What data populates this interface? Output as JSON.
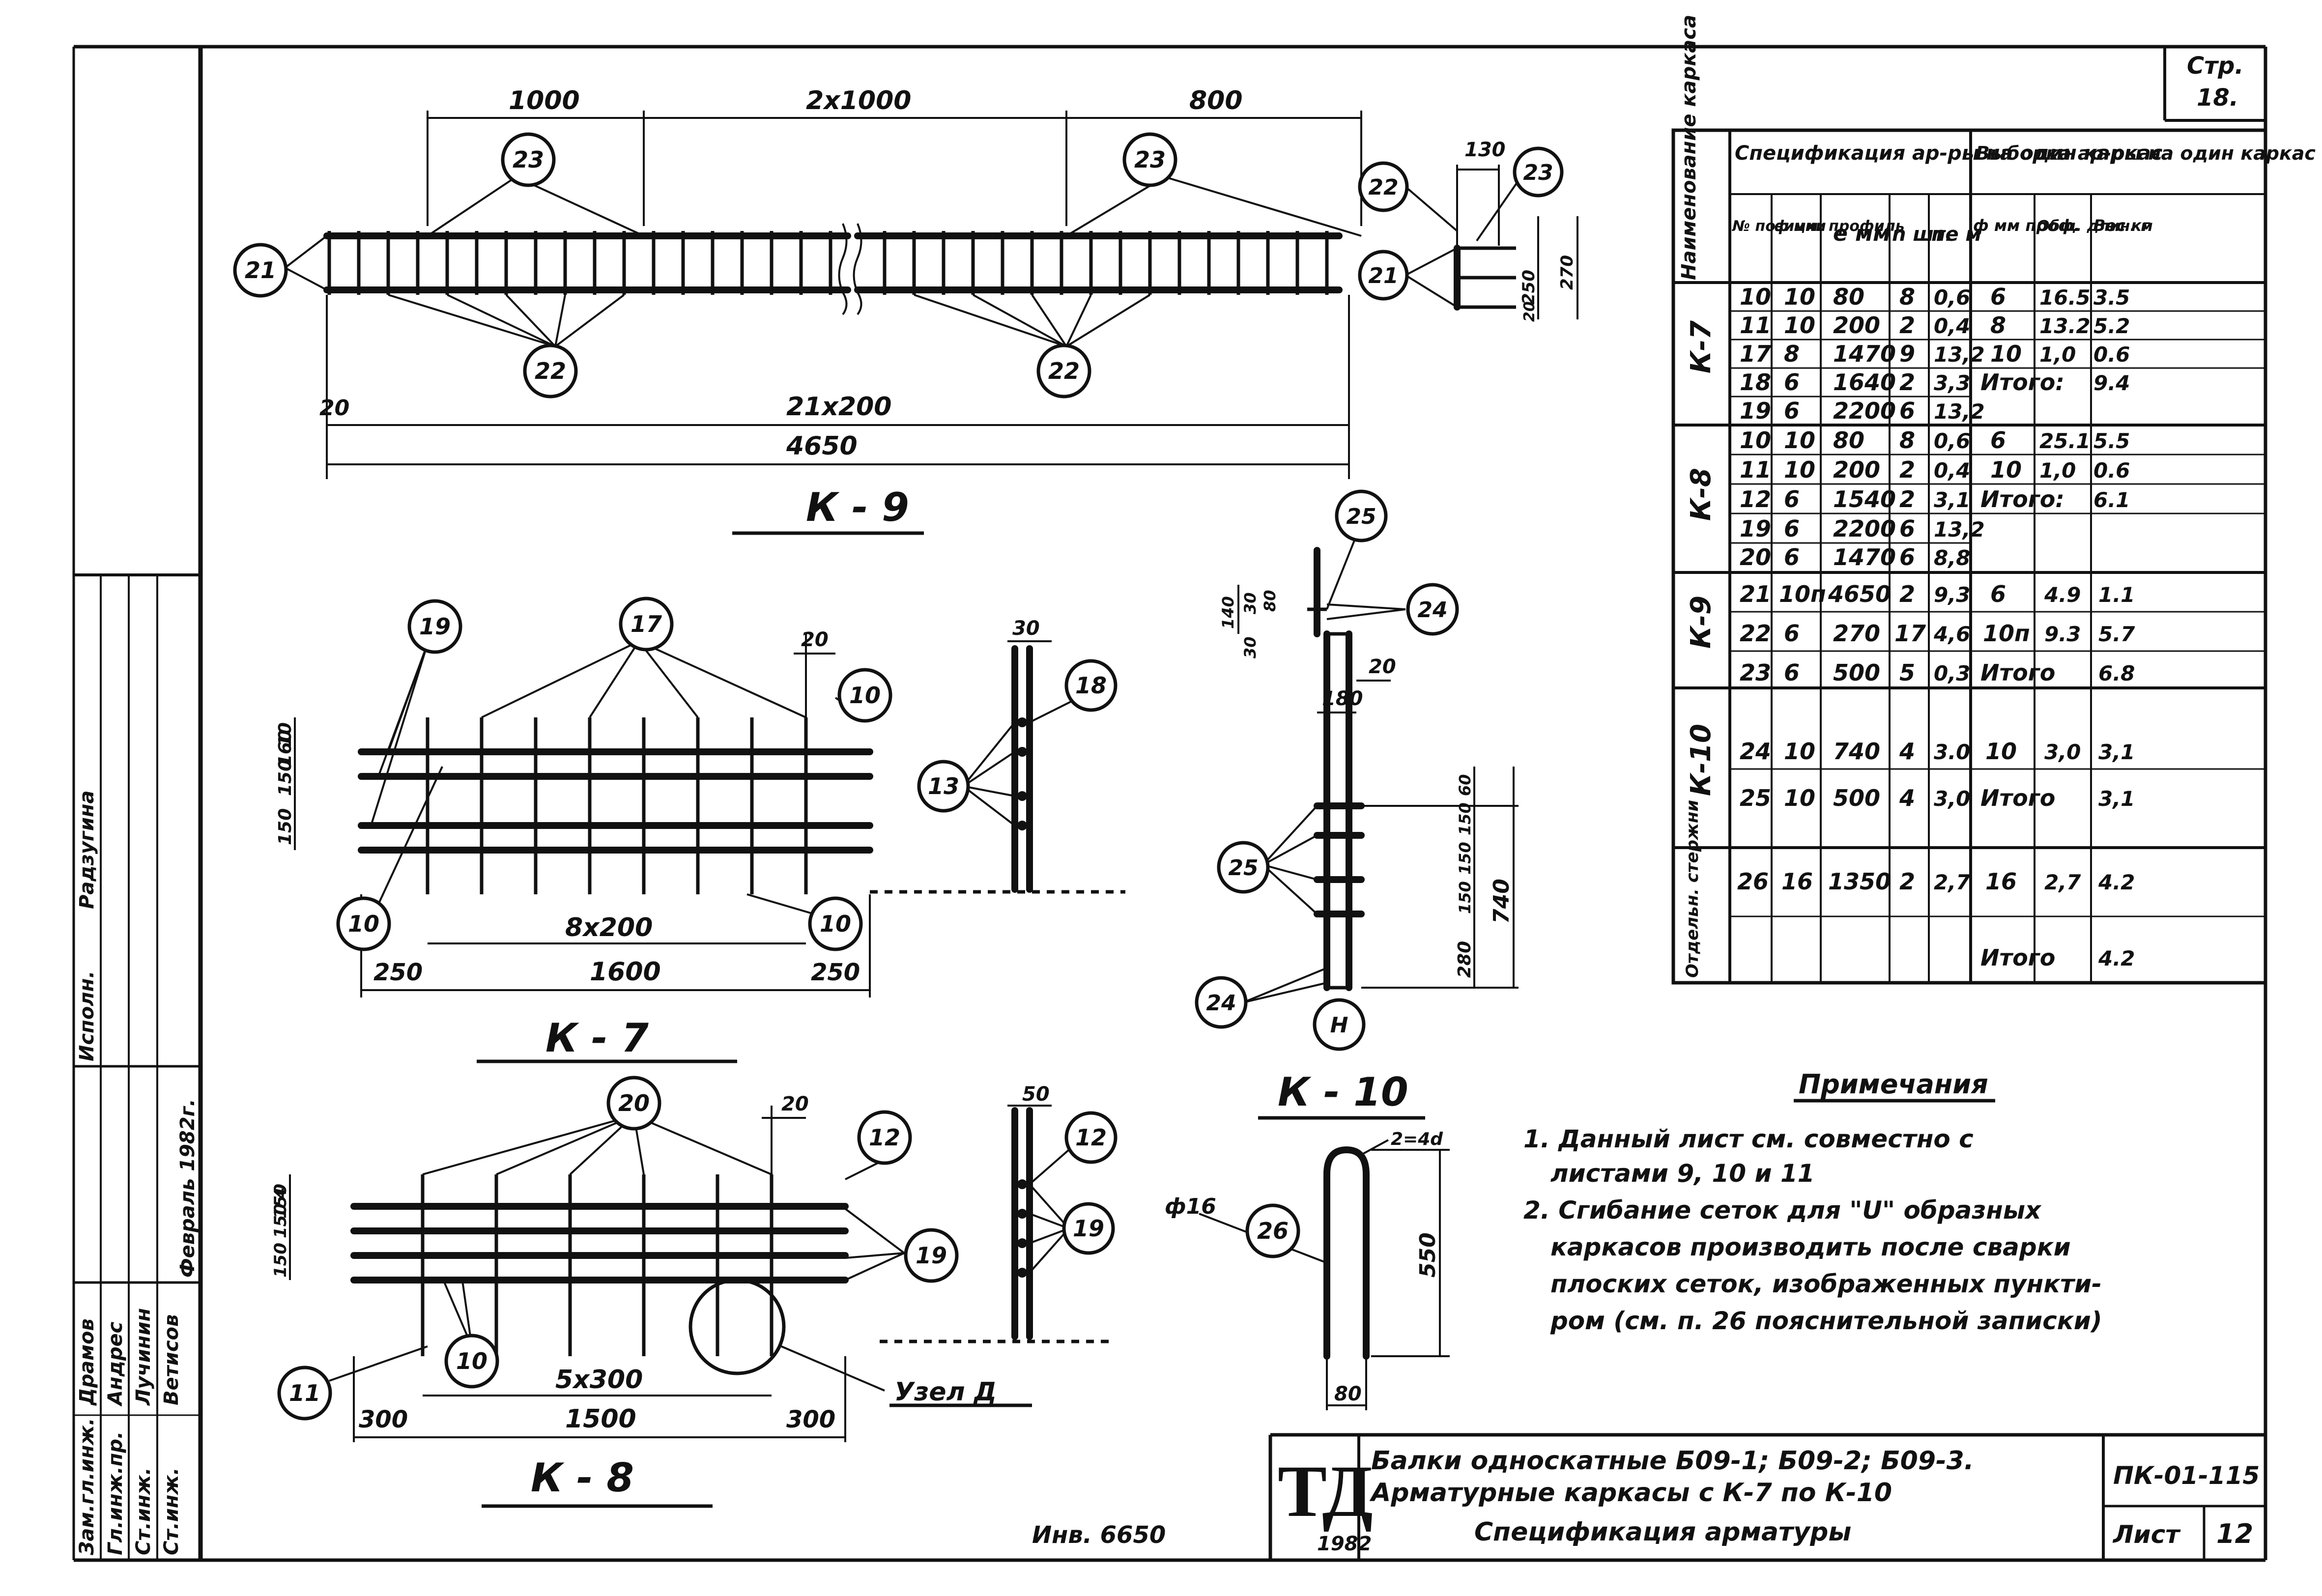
{
  "page": {
    "label": "Стр.",
    "number": "18."
  },
  "views": {
    "k9": {
      "title": "К - 9",
      "dims_top": [
        "1000",
        "2х1000",
        "800"
      ],
      "dim_bottom": "21х200",
      "dim_total": "4650",
      "dim_left": "20",
      "callouts": [
        "21",
        "23",
        "23",
        "22",
        "22"
      ],
      "section": {
        "callouts": [
          "22",
          "23",
          "21"
        ],
        "dim_w": "130",
        "dim_h": "270",
        "dim_a": "250",
        "dim_b": "20"
      }
    },
    "k7": {
      "title": "К - 7",
      "dims_left": [
        "10",
        "150",
        "150",
        "160"
      ],
      "dim_top": "20",
      "dim_mid": "8х200",
      "dim_bottom": [
        "250",
        "1600",
        "250"
      ],
      "callouts": [
        "19",
        "17",
        "10",
        "10",
        "10"
      ],
      "section": {
        "callouts": [
          "18",
          "13"
        ],
        "dim_top": "30"
      }
    },
    "k8": {
      "title": "К - 8",
      "dims_left": [
        "4",
        "150",
        "150",
        "150"
      ],
      "dim_top": "20",
      "dim_mid": "5х300",
      "dim_bottom": [
        "300",
        "1500",
        "300"
      ],
      "callouts": [
        "20",
        "12",
        "19",
        "10",
        "11"
      ],
      "node_label": "Узел Д",
      "section": {
        "callouts": [
          "12",
          "19"
        ],
        "dim_top": "50"
      }
    },
    "k10": {
      "title": "К - 10",
      "dims_top": [
        "140",
        "30",
        "80",
        "30"
      ],
      "dim_mid": "20",
      "dim_a": "180",
      "dims_right": [
        "60",
        "150",
        "150",
        "150",
        "280"
      ],
      "dim_total": "740",
      "callouts": [
        "25",
        "24",
        "25",
        "24",
        "Н"
      ]
    },
    "bar26": {
      "callouts": [
        "26"
      ],
      "diameter": "ф16",
      "radius": "2=4d",
      "dim_h": "550",
      "dim_w": "80"
    }
  },
  "spec_table": {
    "head_mark": "Наименование каркаса",
    "head_spec": "Спецификация ар-ры на один каркас",
    "head_sel": "Выборка ар-ры на один каркас",
    "cols": [
      "№ позиции",
      "ф мм. профиль",
      "е мм",
      "n шт.",
      "ne м",
      "ф мм проф.",
      "Общ. длин. м",
      "Вес кг"
    ],
    "groups": [
      {
        "mark": "К-7",
        "rows": [
          [
            "10",
            "10",
            "80",
            "8",
            "0,6",
            "6",
            "16.5",
            "3.5"
          ],
          [
            "11",
            "10",
            "200",
            "2",
            "0,4",
            "8",
            "13.2",
            "5.2"
          ],
          [
            "17",
            "8",
            "1470",
            "9",
            "13,2",
            "10",
            "1,0",
            "0.6"
          ],
          [
            "18",
            "6",
            "1640",
            "2",
            "3,3",
            "Итого:",
            "",
            "9.4"
          ],
          [
            "19",
            "6",
            "2200",
            "6",
            "13,2",
            "",
            "",
            ""
          ]
        ]
      },
      {
        "mark": "К-8",
        "rows": [
          [
            "10",
            "10",
            "80",
            "8",
            "0,6",
            "6",
            "25.1",
            "5.5"
          ],
          [
            "11",
            "10",
            "200",
            "2",
            "0,4",
            "10",
            "1,0",
            "0.6"
          ],
          [
            "12",
            "6",
            "1540",
            "2",
            "3,1",
            "Итого:",
            "",
            "6.1"
          ],
          [
            "19",
            "6",
            "2200",
            "6",
            "13,2",
            "",
            "",
            ""
          ],
          [
            "20",
            "6",
            "1470",
            "6",
            "8,8",
            "",
            "",
            ""
          ]
        ]
      },
      {
        "mark": "К-9",
        "rows": [
          [
            "21",
            "10п",
            "4650",
            "2",
            "9,3",
            "6",
            "4.9",
            "1.1"
          ],
          [
            "22",
            "6",
            "270",
            "17",
            "4,6",
            "10п",
            "9.3",
            "5.7"
          ],
          [
            "23",
            "6",
            "500",
            "5",
            "0,3",
            "Итого",
            "",
            "6.8"
          ]
        ]
      },
      {
        "mark": "К-10",
        "rows": [
          [
            "24",
            "10",
            "740",
            "4",
            "3.0",
            "10",
            "3,0",
            "3,1"
          ],
          [
            "25",
            "10",
            "500",
            "4",
            "3,0",
            "Итого",
            "",
            "3,1"
          ]
        ]
      },
      {
        "mark": "Отдельн. стержни",
        "rows": [
          [
            "26",
            "16",
            "1350",
            "2",
            "2,7",
            "16",
            "2,7",
            "4.2"
          ],
          [
            "",
            "",
            "",
            "",
            "",
            "Итого",
            "",
            "4.2"
          ]
        ]
      }
    ]
  },
  "notes": {
    "title": "Примечания",
    "lines": [
      "1. Данный лист см. совместно с",
      "листами 9, 10 и 11",
      "2. Сгибание сеток для \"U\" образных",
      "каркасов производить после сварки",
      "плоских сеток, изображенных пункти-",
      "ром (см. п. 26 пояснительной записки)"
    ]
  },
  "title_block": {
    "logo": "ТД",
    "year": "1982",
    "line1": "Балки односкатные Б09-1; Б09-2; Б09-3.",
    "line2": "Арматурные каркасы с К-7 по К-10",
    "line3": "Спецификация арматуры",
    "code": "ПК-01-115",
    "sheet_label": "Лист",
    "sheet_num": "12"
  },
  "stamp": {
    "roles": [
      "Зам.гл.инж.",
      "Гл.инж.пр.",
      "Ст.инж.",
      "Ст.инж."
    ],
    "names": [
      "Драмов",
      "Андрес",
      "Лучинин",
      "Ветисов"
    ],
    "executor_role": "Исполн.",
    "executor_name": "Радзугина",
    "date": "Февраль 1982г."
  },
  "inventory": "Инв. 6650"
}
